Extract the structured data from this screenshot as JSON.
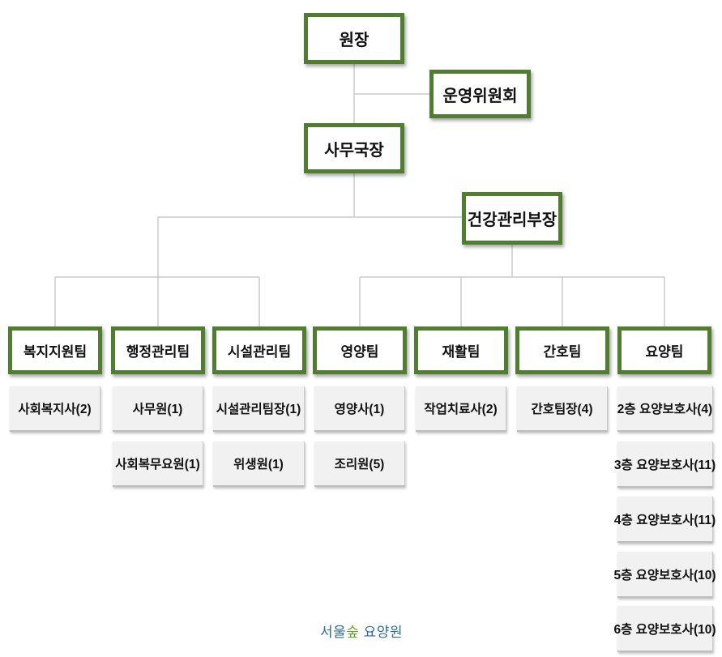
{
  "title_box": "원장",
  "committee": "운영위원회",
  "secretary": "사무국장",
  "health_manager": "건강관리부장",
  "teams": [
    {
      "name": "복지지원팀",
      "members": [
        "사회복지사(2)"
      ]
    },
    {
      "name": "행정관리팀",
      "members": [
        "사무원(1)",
        "사회복무요원(1)"
      ]
    },
    {
      "name": "시설관리팀",
      "members": [
        "시설관리팀장(1)",
        "위생원(1)"
      ]
    },
    {
      "name": "영양팀",
      "members": [
        "영양사(1)",
        "조리원(5)"
      ]
    },
    {
      "name": "재활팀",
      "members": [
        "작업치료사(2)"
      ]
    },
    {
      "name": "간호팀",
      "members": [
        "간호팀장(4)"
      ]
    },
    {
      "name": "요양팀",
      "members": [
        "2층 요양보호사(4)",
        "3층 요양보호사(11)",
        "4층 요양보호사(11)",
        "5층 요양보호사(10)",
        "6층 요양보호사(10)"
      ]
    }
  ],
  "logo": {
    "part1": "서울",
    "part2": "숲",
    "part3": " 요양원"
  },
  "colors": {
    "box_border": "#4f7f2e",
    "sub_bg": "#f1f1f1",
    "line": "#bfbfbf"
  }
}
